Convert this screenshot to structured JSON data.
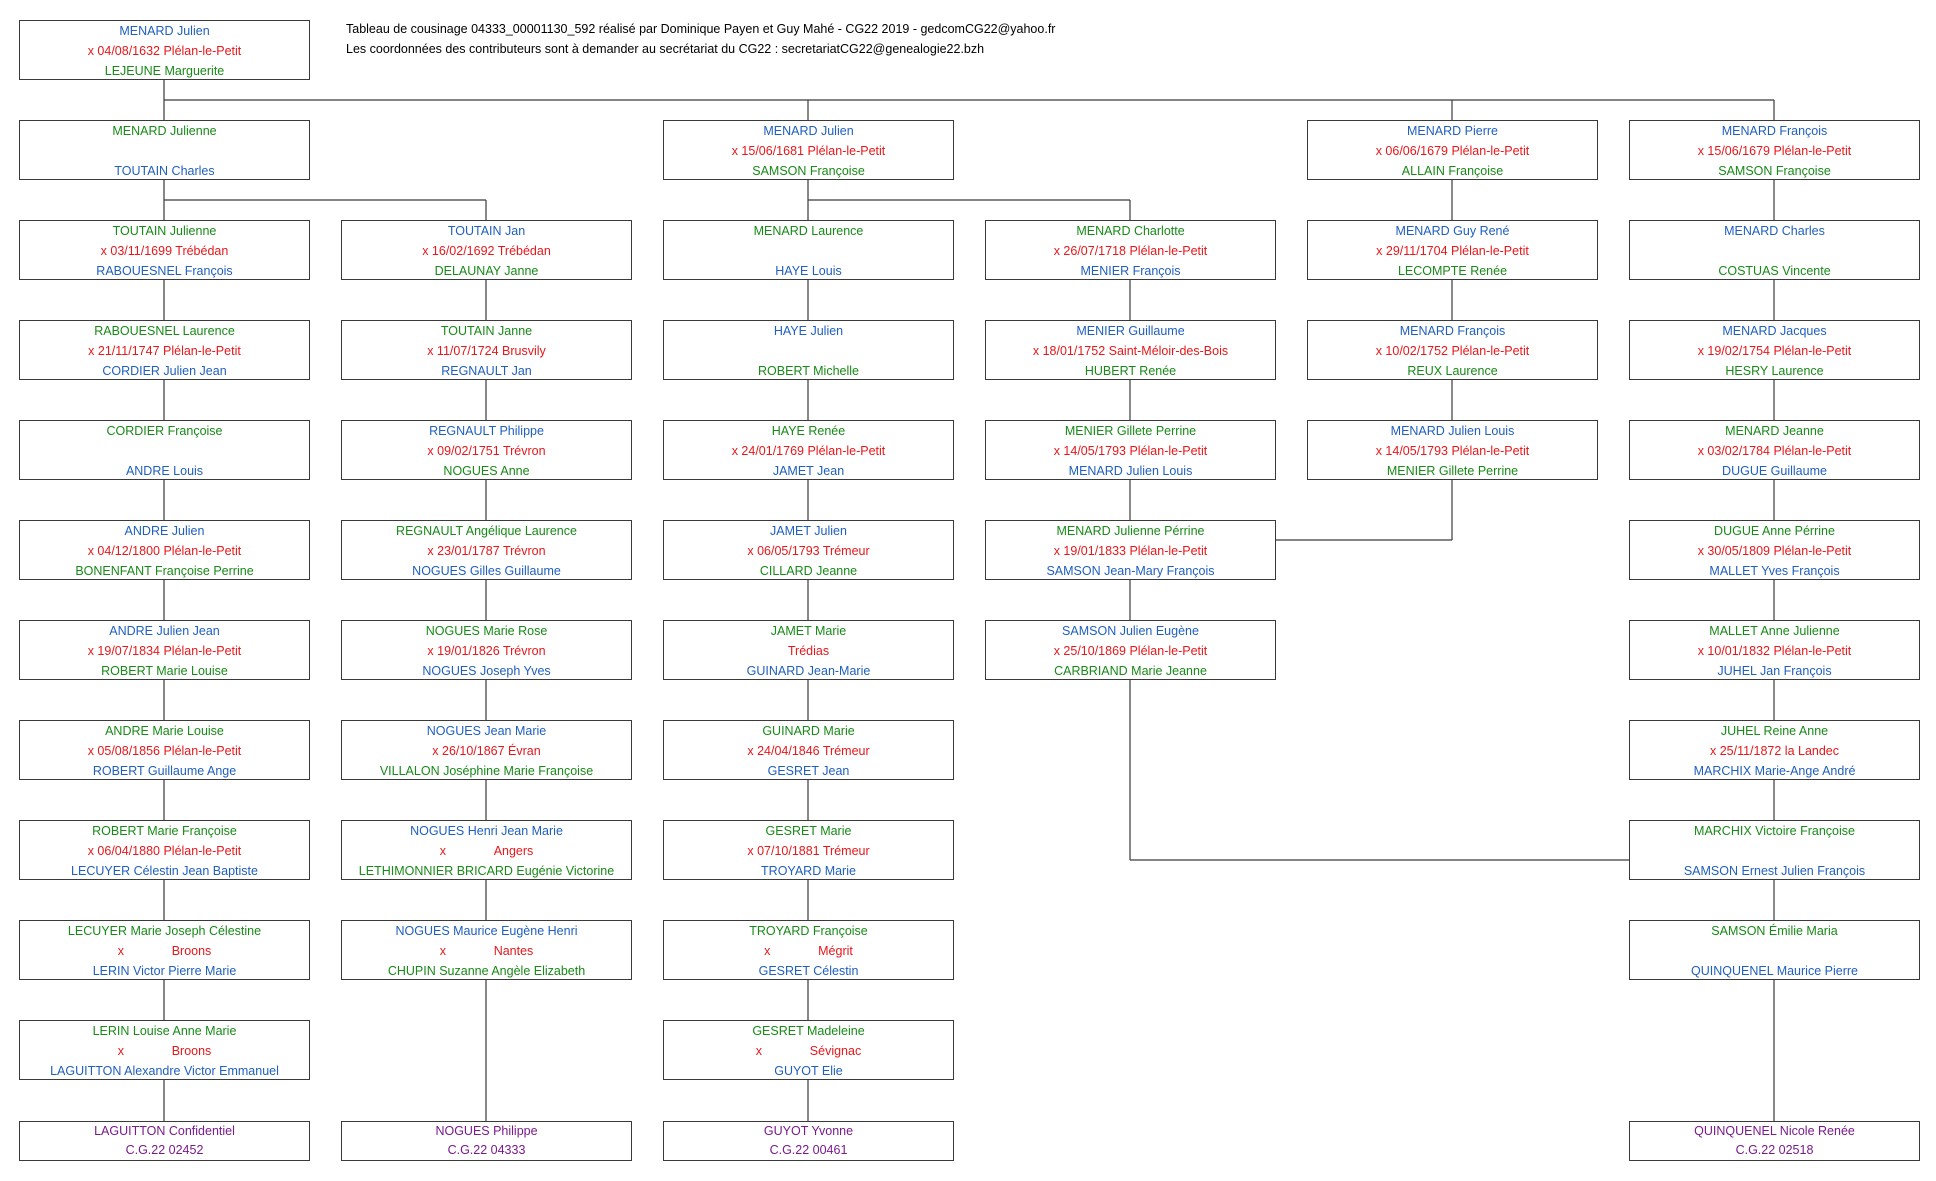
{
  "header": {
    "line1": "Tableau de cousinage 04333_00001130_592 réalisé par Dominique Payen et Guy Mahé - CG22 2019 - gedcomCG22@yahoo.fr",
    "line2": "Les coordonnées des contributeurs sont à demander au secrétariat du CG22 :  secretariatCG22@genealogie22.bzh"
  },
  "colors": {
    "blue": "#1f5fbf",
    "green": "#178a17",
    "red": "#e8171a",
    "purple": "#7a1a8c",
    "border": "#3a3a3a"
  },
  "root": {
    "person": "MENARD Julien",
    "marriage": "x 04/08/1632 Plélan-le-Petit",
    "spouse": "LEJEUNE Marguerite"
  },
  "col1": [
    {
      "person": "MENARD Julienne",
      "marriage": "",
      "spouse": "TOUTAIN Charles"
    },
    {
      "person": "TOUTAIN Julienne",
      "marriage": "x 03/11/1699 Trébédan",
      "spouse": "RABOUESNEL François"
    },
    {
      "person": "RABOUESNEL Laurence",
      "marriage": "x 21/11/1747 Plélan-le-Petit",
      "spouse": "CORDIER Julien Jean"
    },
    {
      "person": "CORDIER Françoise",
      "marriage": "",
      "spouse": "ANDRE Louis"
    },
    {
      "person": "ANDRE Julien",
      "marriage": "x 04/12/1800 Plélan-le-Petit",
      "spouse": "BONENFANT Françoise Perrine"
    },
    {
      "person": "ANDRE Julien Jean",
      "marriage": "x 19/07/1834 Plélan-le-Petit",
      "spouse": "ROBERT Marie Louise"
    },
    {
      "person": "ANDRE Marie Louise",
      "marriage": "x 05/08/1856 Plélan-le-Petit",
      "spouse": "ROBERT Guillaume Ange"
    },
    {
      "person": "ROBERT Marie Françoise",
      "marriage": "x 06/04/1880 Plélan-le-Petit",
      "spouse": "LECUYER Célestin Jean Baptiste"
    },
    {
      "person": "LECUYER Marie Joseph Célestine",
      "mx": "x",
      "mplace": "Broons",
      "spouse": "LERIN Victor Pierre Marie"
    },
    {
      "person": "LERIN Louise Anne Marie",
      "mx": "x",
      "mplace": "Broons",
      "spouse": "LAGUITTON Alexandre Victor Emmanuel"
    }
  ],
  "col2": [
    {
      "person": "TOUTAIN Jan",
      "marriage": "x 16/02/1692 Trébédan",
      "spouse": "DELAUNAY Janne"
    },
    {
      "person": "TOUTAIN Janne",
      "marriage": "x 11/07/1724 Brusvily",
      "spouse": "REGNAULT Jan"
    },
    {
      "person": "REGNAULT Philippe",
      "marriage": "x 09/02/1751 Trévron",
      "spouse": "NOGUES Anne"
    },
    {
      "person": "REGNAULT Angélique Laurence",
      "marriage": "x 23/01/1787 Trévron",
      "spouse": "NOGUES Gilles Guillaume"
    },
    {
      "person": "NOGUES Marie Rose",
      "marriage": "x 19/01/1826 Trévron",
      "spouse": "NOGUES Joseph Yves"
    },
    {
      "person": "NOGUES Jean Marie",
      "marriage": "x 26/10/1867 Évran",
      "spouse": "VILLALON Joséphine Marie Françoise"
    },
    {
      "person": "NOGUES Henri Jean Marie",
      "mx": "x",
      "mplace": "Angers",
      "spouse": "LETHIMONNIER BRICARD Eugénie Victorine"
    },
    {
      "person": "NOGUES Maurice Eugène Henri",
      "mx": "x",
      "mplace": "Nantes",
      "spouse": "CHUPIN Suzanne Angèle Elizabeth"
    }
  ],
  "col3": [
    {
      "person": "MENARD Julien",
      "marriage": "x 15/06/1681 Plélan-le-Petit",
      "spouse": "SAMSON Françoise"
    },
    {
      "person": "MENARD Laurence",
      "marriage": "",
      "spouse": "HAYE Louis"
    },
    {
      "person": "HAYE Julien",
      "marriage": "",
      "spouse": "ROBERT Michelle"
    },
    {
      "person": "HAYE Renée",
      "marriage": "x 24/01/1769 Plélan-le-Petit",
      "spouse": "JAMET Jean"
    },
    {
      "person": "JAMET Julien",
      "marriage": "x 06/05/1793 Trémeur",
      "spouse": "CILLARD Jeanne"
    },
    {
      "person": "JAMET Marie",
      "marriage": "Trédias",
      "spouse": "GUINARD Jean-Marie"
    },
    {
      "person": "GUINARD Marie",
      "marriage": "x 24/04/1846 Trémeur",
      "spouse": "GESRET Jean"
    },
    {
      "person": "GESRET Marie",
      "marriage": "x 07/10/1881 Trémeur",
      "spouse": "TROYARD Marie"
    },
    {
      "person": "TROYARD Françoise",
      "mx": "x",
      "mplace": "Mégrit",
      "spouse": "GESRET Célestin"
    },
    {
      "person": "GESRET Madeleine",
      "mx": "x",
      "mplace": "Sévignac",
      "spouse": "GUYOT Elie"
    }
  ],
  "col4": [
    {
      "person": "MENARD Charlotte",
      "marriage": "x 26/07/1718 Plélan-le-Petit",
      "spouse": "MENIER François"
    },
    {
      "person": "MENIER Guillaume",
      "marriage": "x 18/01/1752 Saint-Méloir-des-Bois",
      "spouse": "HUBERT Renée"
    },
    {
      "person": "MENIER Gillete Perrine",
      "marriage": "x 14/05/1793 Plélan-le-Petit",
      "spouse": "MENARD Julien Louis"
    },
    {
      "person": "MENARD Julienne Pérrine",
      "marriage": "x 19/01/1833 Plélan-le-Petit",
      "spouse": "SAMSON Jean-Mary François"
    },
    {
      "person": "SAMSON Julien Eugène",
      "marriage": "x 25/10/1869 Plélan-le-Petit",
      "spouse": "CARBRIAND Marie Jeanne"
    }
  ],
  "col5": [
    {
      "person": "MENARD Pierre",
      "marriage": "x 06/06/1679 Plélan-le-Petit",
      "spouse": "ALLAIN Françoise"
    },
    {
      "person": "MENARD Guy René",
      "marriage": "x 29/11/1704 Plélan-le-Petit",
      "spouse": "LECOMPTE Renée"
    },
    {
      "person": "MENARD François",
      "marriage": "x 10/02/1752 Plélan-le-Petit",
      "spouse": "REUX Laurence"
    },
    {
      "person": "MENARD Julien Louis",
      "marriage": "x 14/05/1793 Plélan-le-Petit",
      "spouse": "MENIER Gillete Perrine"
    }
  ],
  "col6": [
    {
      "person": "MENARD François",
      "marriage": "x 15/06/1679 Plélan-le-Petit",
      "spouse": "SAMSON Françoise"
    },
    {
      "person": "MENARD Charles",
      "marriage": "",
      "spouse": "COSTUAS Vincente"
    },
    {
      "person": "MENARD Jacques",
      "marriage": "x 19/02/1754 Plélan-le-Petit",
      "spouse": "HESRY Laurence"
    },
    {
      "person": "MENARD Jeanne",
      "marriage": "x 03/02/1784 Plélan-le-Petit",
      "spouse": "DUGUE Guillaume"
    },
    {
      "person": "DUGUE Anne Pérrine",
      "marriage": "x 30/05/1809 Plélan-le-Petit",
      "spouse": "MALLET Yves François"
    },
    {
      "person": "MALLET Anne Julienne",
      "marriage": "x 10/01/1832 Plélan-le-Petit",
      "spouse": "JUHEL Jan François"
    },
    {
      "person": "JUHEL Reine Anne",
      "marriage": "x 25/11/1872 la Landec",
      "spouse": "MARCHIX Marie-Ange André"
    },
    {
      "person": "MARCHIX Victoire Françoise",
      "marriage": "",
      "spouse": "SAMSON Ernest Julien François"
    },
    {
      "person": "SAMSON Émilie Maria",
      "marriage": "",
      "spouse": "QUINQUENEL Maurice Pierre"
    }
  ],
  "bottom": [
    {
      "person": "LAGUITTON Confidentiel",
      "code": "C.G.22 02452"
    },
    {
      "person": "NOGUES Philippe",
      "code": "C.G.22 04333"
    },
    {
      "person": "GUYOT Yvonne",
      "code": "C.G.22 00461"
    },
    {
      "person": "QUINQUENEL Nicole Renée",
      "code": "C.G.22 02518"
    }
  ]
}
